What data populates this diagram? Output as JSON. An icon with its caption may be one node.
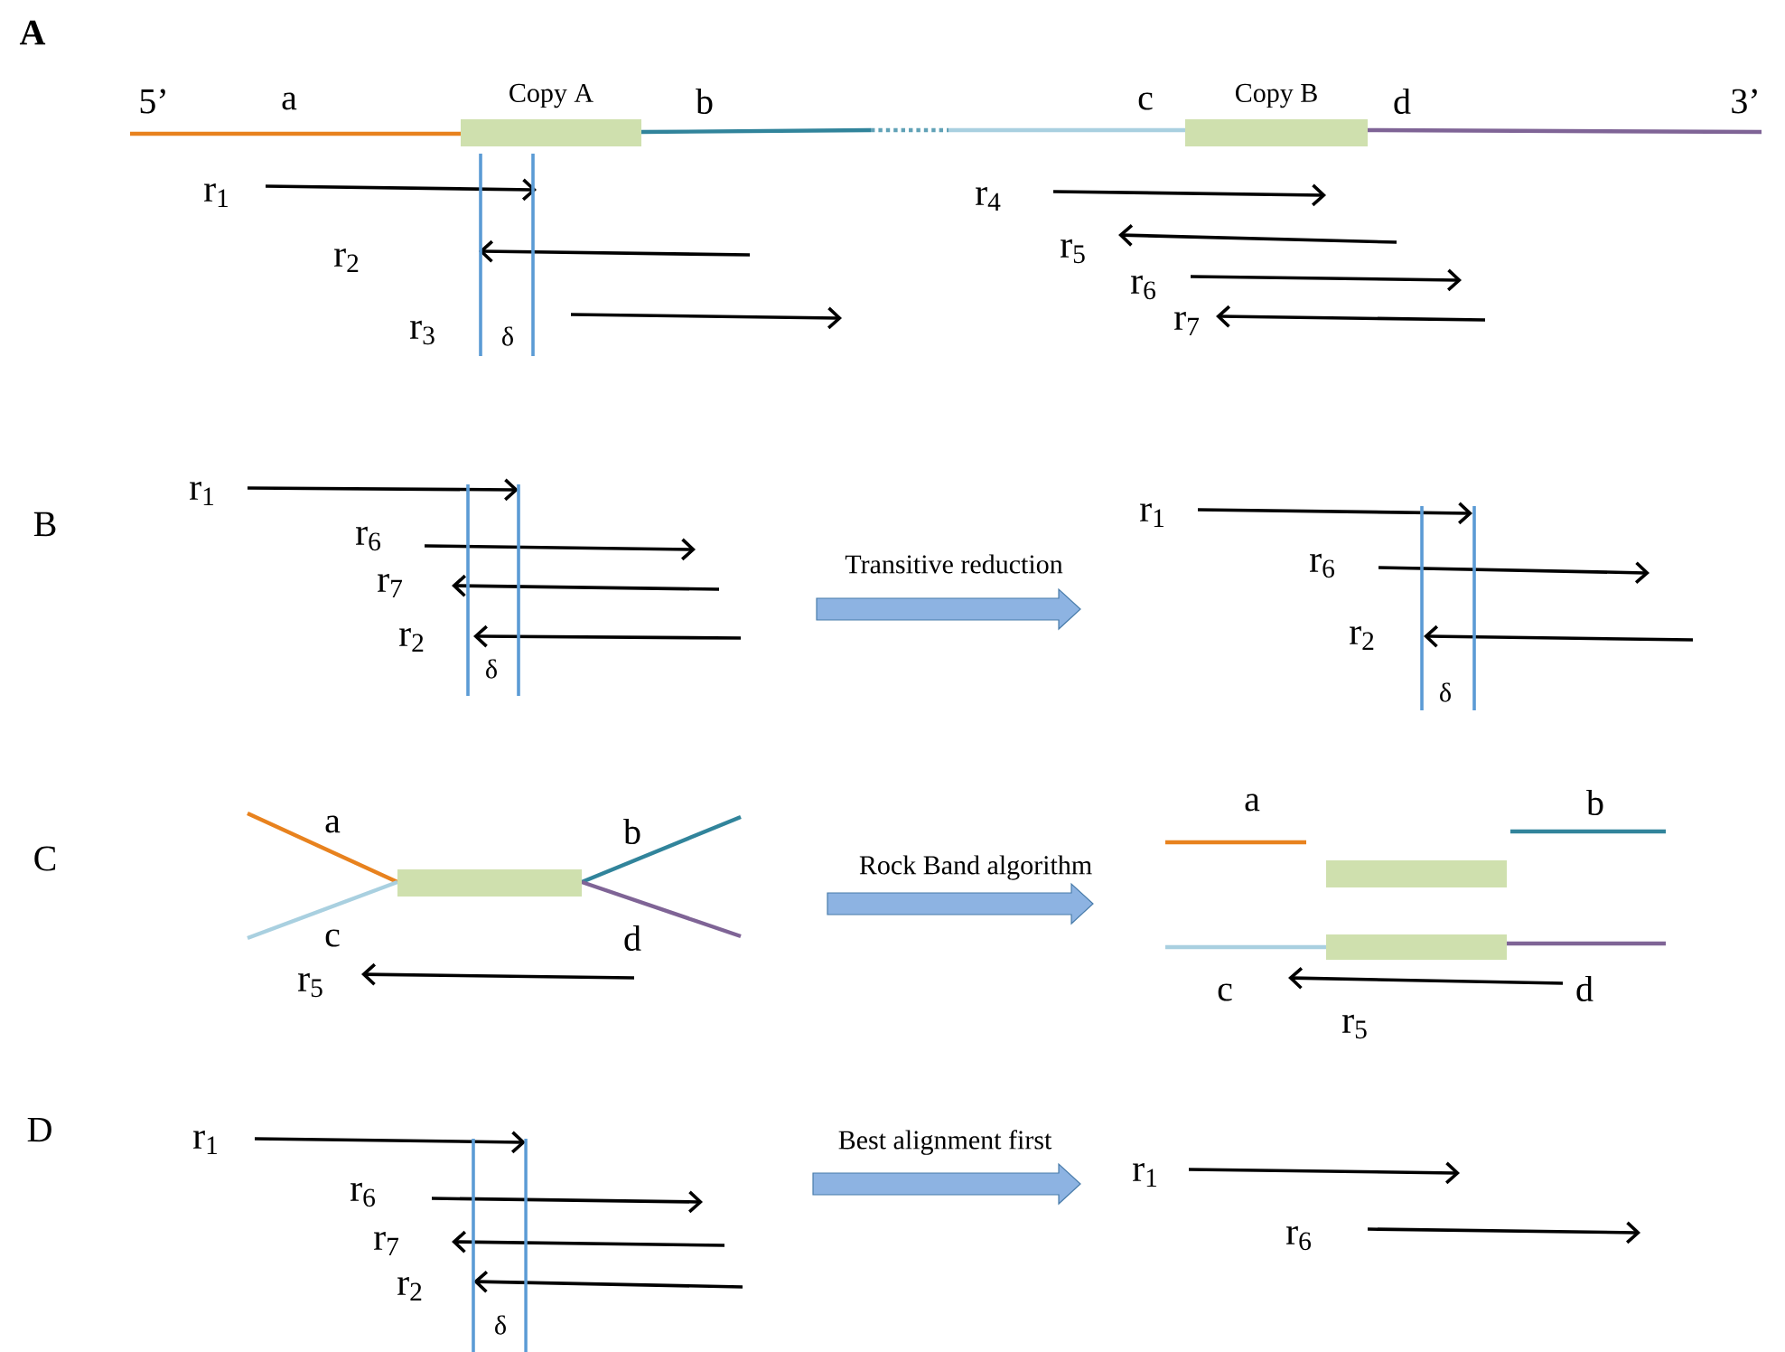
{
  "diagram": {
    "nodes": [
      {
        "text": [
          "Copy A"
        ]
      },
      {
        "text": [
          "Copy B"
        ]
      },
      {
        "text": [],
        "shape": "box"
      },
      {
        "text": [],
        "shape": "box"
      },
      {
        "text": [],
        "shape": "box"
      }
    ],
    "labels": [
      "A",
      "5’",
      "a",
      "b",
      "c",
      "d",
      "3’",
      "r$_{1}$",
      "r$_{2}$",
      "r$_{3}$",
      "δ",
      "r$_{4}$",
      "r$_{5}$",
      "r$_{6}$",
      "r$_{7}$",
      "B",
      "r$_{1}$",
      "r$_{6}$",
      "r$_{7}$",
      "r$_{2}$",
      "δ",
      "Transitive reduction",
      "r$_{1}$",
      "r$_{6}$",
      "r$_{2}$",
      "δ",
      "C",
      "a",
      "b",
      "c",
      "d",
      "r$_{5}$",
      "Rock Band algorithm",
      "a",
      "b",
      "c",
      "d",
      "r$_{5}$",
      "D",
      "r$_{1}$",
      "r$_{6}$",
      "r$_{7}$",
      "r$_{2}$",
      "δ",
      "Best alignment first",
      "r$_{1}$",
      "r$_{6}$"
    ]
  }
}
